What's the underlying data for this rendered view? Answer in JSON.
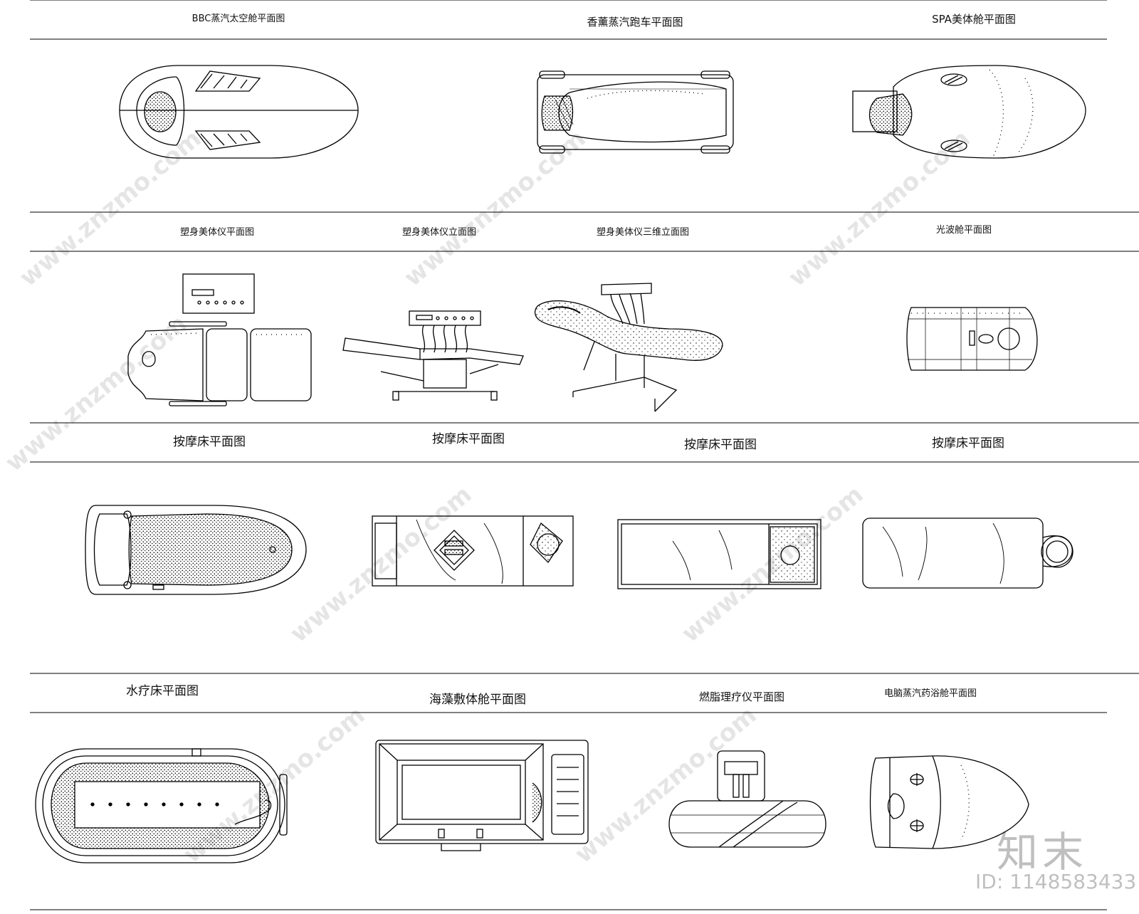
{
  "labels": {
    "r1": [
      "BBC蒸汽太空舱平面图",
      "香薰蒸汽跑车平面图",
      "SPA美体舱平面图"
    ],
    "r2": [
      "塑身美体仪平面图",
      "塑身美体仪立面图",
      "塑身美体仪三维立面图",
      "光波舱平面图"
    ],
    "r3": [
      "按摩床平面图",
      "按摩床平面图",
      "按摩床平面图",
      "按摩床平面图"
    ],
    "r4": [
      "水疗床平面图",
      "海藻敷体舱平面图",
      "燃脂理疗仪平面图",
      "电脑蒸汽药浴舱平面图"
    ]
  },
  "watermark": {
    "site": "www.znzmo.com",
    "brand": "知末",
    "id": "ID: 1148583433"
  },
  "colors": {
    "line": "#000000",
    "background": "#ffffff"
  }
}
